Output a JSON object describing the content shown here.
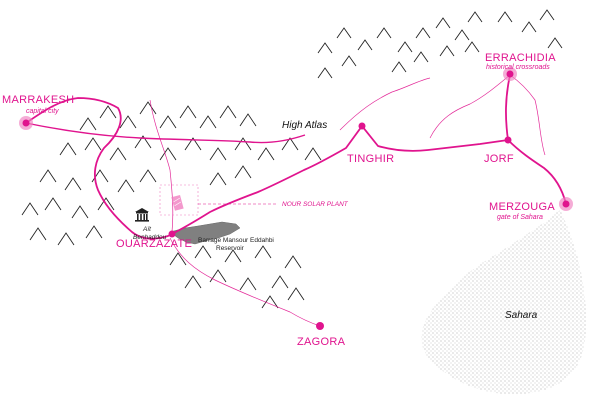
{
  "map": {
    "colors": {
      "route": "#e0148e",
      "route_light": "#f07fc0",
      "mountains": "#222222",
      "reservoir": "#808080",
      "desert_dots": "#9a9a9a"
    },
    "cities": [
      {
        "id": "marrakesh",
        "name": "MARRAKESH",
        "subtitle": "capital city",
        "icon": "city-dot-large"
      },
      {
        "id": "errachidia",
        "name": "ERRACHIDIA",
        "subtitle": "historical crossroads",
        "icon": "city-dot-large"
      },
      {
        "id": "tinghir",
        "name": "TINGHIR",
        "subtitle": "",
        "icon": "city-dot-small"
      },
      {
        "id": "jorf",
        "name": "JORF",
        "subtitle": "",
        "icon": "city-dot-small"
      },
      {
        "id": "merzouga",
        "name": "MERZOUGA",
        "subtitle": "gate of Sahara",
        "icon": "city-dot-large"
      },
      {
        "id": "ouarzazate",
        "name": "OUARZAZATE",
        "subtitle": "",
        "icon": "city-dot-small"
      },
      {
        "id": "zagora",
        "name": "ZAGORA",
        "subtitle": "",
        "icon": "city-dot-small"
      }
    ],
    "regions": {
      "high_atlas": "High Atlas",
      "sahara": "Sahara"
    },
    "landmarks": {
      "ait_benhaddou_line1": "Aït",
      "ait_benhaddou_line2": "Benhaddou",
      "ait_benhaddou_icon": "unesco-temple-icon",
      "reservoir_line1": "Barrage Mansour Eddahbi",
      "reservoir_line2": "Reservoir",
      "solar_plant": "NOUR SOLAR PLANT",
      "solar_plant_icon": "solar-panel-icon"
    }
  }
}
